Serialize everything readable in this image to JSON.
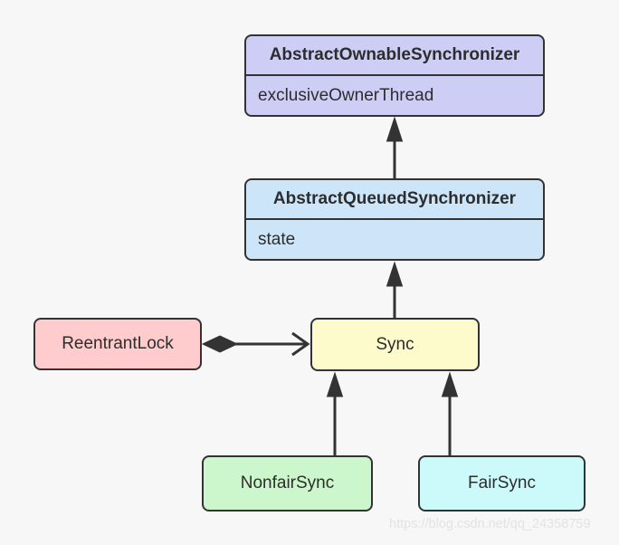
{
  "diagram": {
    "type": "uml-class-diagram",
    "background_color": "#f7f7f8",
    "line_color": "#333333",
    "text_color": "#2d2d2d",
    "watermark": "https://blog.csdn.net/qq_24358759",
    "classes": {
      "abstract_ownable_synchronizer": {
        "name": "AbstractOwnableSynchronizer",
        "fields": [
          "exclusiveOwnerThread"
        ],
        "fill": "#cecdf5"
      },
      "abstract_queued_synchronizer": {
        "name": "AbstractQueuedSynchronizer",
        "fields": [
          "state"
        ],
        "fill": "#cde5f9"
      },
      "reentrant_lock": {
        "name": "ReentrantLock",
        "fill": "#fecccd"
      },
      "sync": {
        "name": "Sync",
        "fill": "#fdfbcc"
      },
      "nonfair_sync": {
        "name": "NonfairSync",
        "fill": "#ccf6cb"
      },
      "fair_sync": {
        "name": "FairSync",
        "fill": "#ccfafb"
      }
    },
    "relations": [
      {
        "from": "AbstractQueuedSynchronizer",
        "to": "AbstractOwnableSynchronizer",
        "type": "inheritance"
      },
      {
        "from": "Sync",
        "to": "AbstractQueuedSynchronizer",
        "type": "inheritance"
      },
      {
        "from": "ReentrantLock",
        "to": "Sync",
        "type": "composition"
      },
      {
        "from": "NonfairSync",
        "to": "Sync",
        "type": "inheritance"
      },
      {
        "from": "FairSync",
        "to": "Sync",
        "type": "inheritance"
      }
    ]
  }
}
